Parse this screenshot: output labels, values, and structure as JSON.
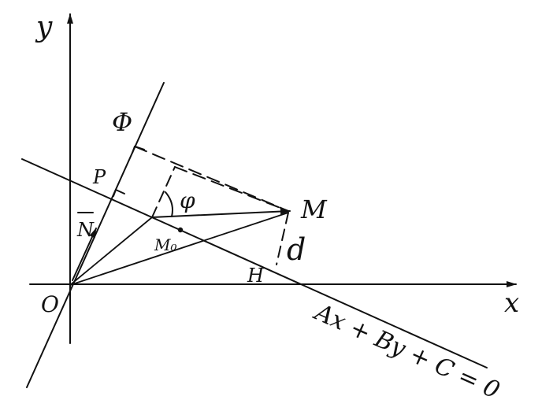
{
  "labels": {
    "y_axis": "y",
    "x_axis": "x",
    "origin": "O",
    "phi_line": "Φ",
    "point_p": "P",
    "normal_vector": "N",
    "angle": "φ",
    "point_m": "M",
    "point_m0": "M₀",
    "distance": "d",
    "point_h": "H",
    "line_equation": "Ax + By + C = 0"
  },
  "colors": {
    "ink": "#111111",
    "background": "#ffffff"
  }
}
